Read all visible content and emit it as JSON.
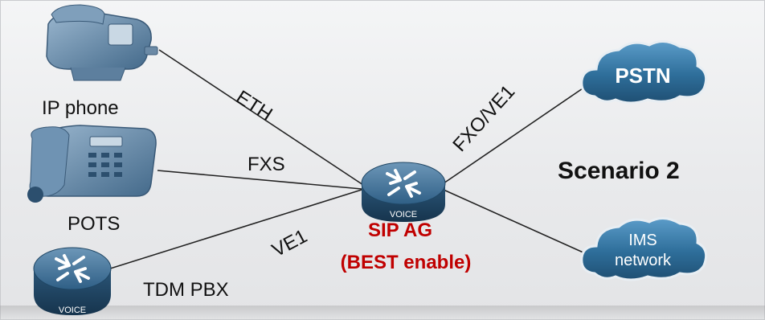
{
  "labels": {
    "ip_phone": "IP phone",
    "pots": "POTS",
    "tdm_pbx": "TDM PBX",
    "eth": "ETH",
    "fxs": "FXS",
    "ve1": "VE1",
    "fxo_ve1": "FXO/VE1",
    "sip_ag_line1": "SIP AG",
    "sip_ag_line2": "(BEST enable)",
    "scenario": "Scenario 2",
    "pstn": "PSTN",
    "ims_line1": "IMS",
    "ims_line2": "network",
    "voice_badge": "VOICE"
  },
  "colors": {
    "device_blue": "#2f5f86",
    "cloud_blue": "#2e6e9a",
    "sip_red": "#c00000",
    "text": "#111111"
  }
}
